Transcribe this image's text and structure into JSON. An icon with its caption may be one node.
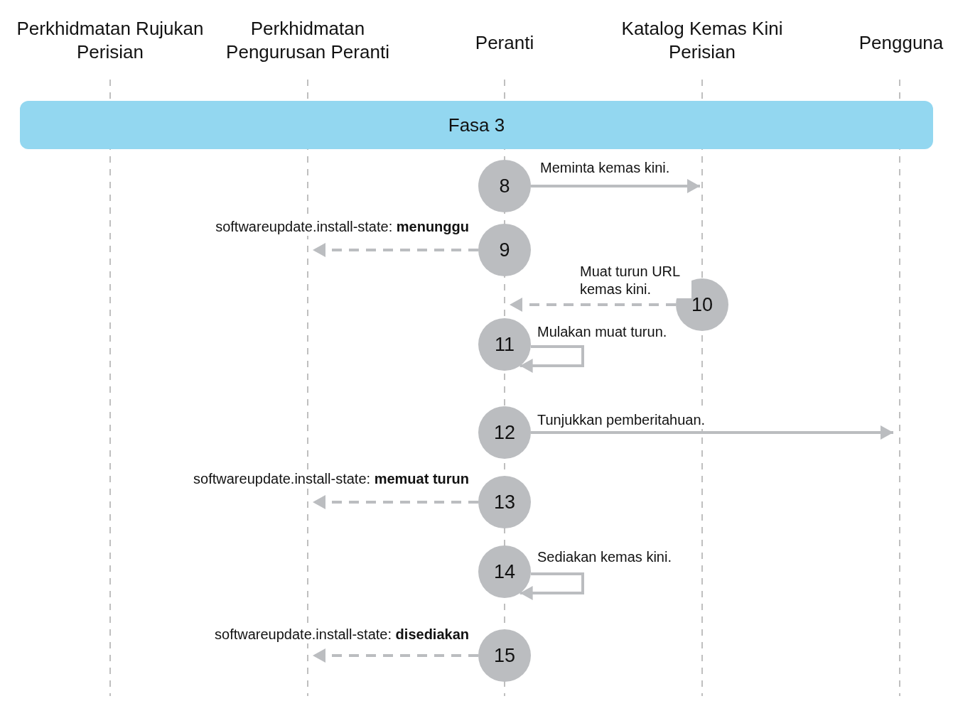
{
  "diagram": {
    "nodes": [
      {
        "text": [
          "Perkhidmatan Rujukan Perisian"
        ]
      },
      {
        "text": [
          "Perkhidmatan Pengurusan Peranti"
        ]
      },
      {
        "text": [
          "Peranti"
        ]
      },
      {
        "text": [
          "Katalog Kemas Kini Perisian"
        ]
      },
      {
        "text": [
          "Pengguna"
        ]
      },
      {
        "text": [
          "Fasa 3"
        ]
      },
      {
        "text": [
          "8"
        ]
      },
      {
        "text": [
          "9"
        ]
      },
      {
        "text": [
          "10"
        ]
      },
      {
        "text": [
          "11"
        ]
      },
      {
        "text": [
          "12"
        ]
      },
      {
        "text": [
          "13"
        ]
      },
      {
        "text": [
          "14"
        ]
      },
      {
        "text": [
          "15"
        ]
      }
    ],
    "edges": [
      {
        "from": 6,
        "to": null,
        "arrow": "to",
        "label": "Meminta kemas kini."
      },
      {
        "from": 7,
        "to": null,
        "arrow": "to",
        "style": "dashed",
        "label": "softwareupdate.install-state: **menunggu**"
      },
      {
        "from": 8,
        "to": 9,
        "arrow": "to",
        "style": "dashed",
        "label": "Muat turun URL kemas kini."
      },
      {
        "from": 9,
        "to": 9,
        "arrow": "to",
        "label": "Mulakan muat turun."
      },
      {
        "from": 10,
        "to": null,
        "arrow": "to",
        "label": "Tunjukkan pemberitahuan."
      },
      {
        "from": 11,
        "to": null,
        "arrow": "to",
        "style": "dashed",
        "label": "softwareupdate.install-state: **memuat turun**"
      },
      {
        "from": 12,
        "to": 12,
        "arrow": "to",
        "label": "Sediakan kemas kini."
      },
      {
        "from": 13,
        "to": null,
        "arrow": "to",
        "style": "dashed",
        "label": "softwareupdate.install-state: **disediakan**"
      }
    ]
  }
}
